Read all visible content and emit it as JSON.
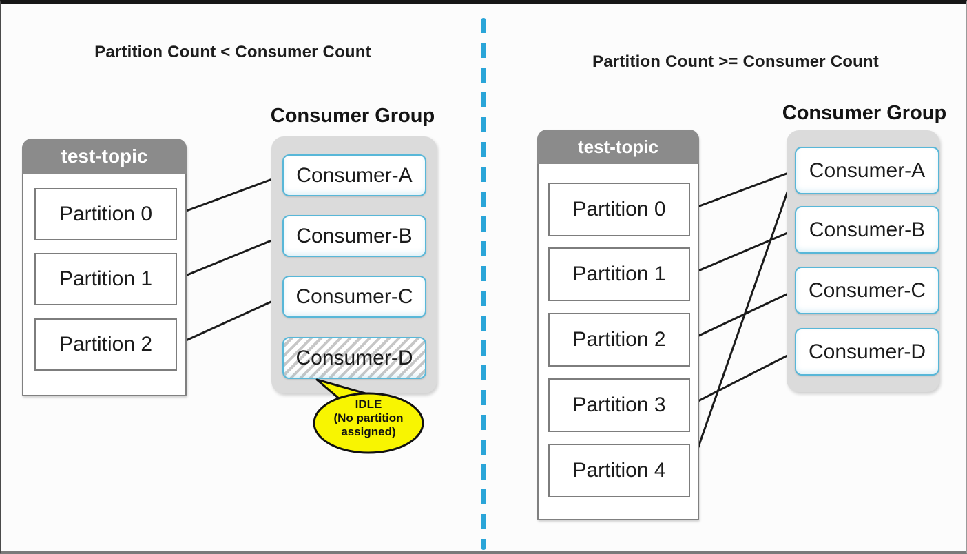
{
  "left": {
    "title": "Partition Count < Consumer Count",
    "topic_name": "test-topic",
    "partitions": [
      "Partition 0",
      "Partition 1",
      "Partition 2"
    ],
    "group_label": "Consumer Group",
    "consumers": [
      "Consumer-A",
      "Consumer-B",
      "Consumer-C",
      "Consumer-D"
    ],
    "idle_consumer": "Consumer-D",
    "callout": {
      "line1": "IDLE",
      "line2": "(No partition",
      "line3": "assigned)"
    }
  },
  "right": {
    "title": "Partition Count >= Consumer Count",
    "topic_name": "test-topic",
    "partitions": [
      "Partition 0",
      "Partition 1",
      "Partition 2",
      "Partition 3",
      "Partition 4"
    ],
    "group_label": "Consumer Group",
    "consumers": [
      "Consumer-A",
      "Consumer-B",
      "Consumer-C",
      "Consumer-D"
    ]
  },
  "connections": [
    {
      "from": "lp0",
      "to": "lca"
    },
    {
      "from": "lp1",
      "to": "lcb"
    },
    {
      "from": "lp2",
      "to": "lcc"
    },
    {
      "from": "rp0",
      "to": "rca"
    },
    {
      "from": "rp1",
      "to": "rcb"
    },
    {
      "from": "rp2",
      "to": "rcc"
    },
    {
      "from": "rp3",
      "to": "rcd"
    },
    {
      "from": "rp4",
      "to": "rca"
    }
  ],
  "colors": {
    "connector": "#1b1b1b",
    "divider_blue": "#2aa5d8",
    "topic_header_gray": "#8b8b8b",
    "consumer_border_cyan": "#58b7d8",
    "group_background": "#dbdbdb",
    "idle_yellow": "#f8f501"
  }
}
